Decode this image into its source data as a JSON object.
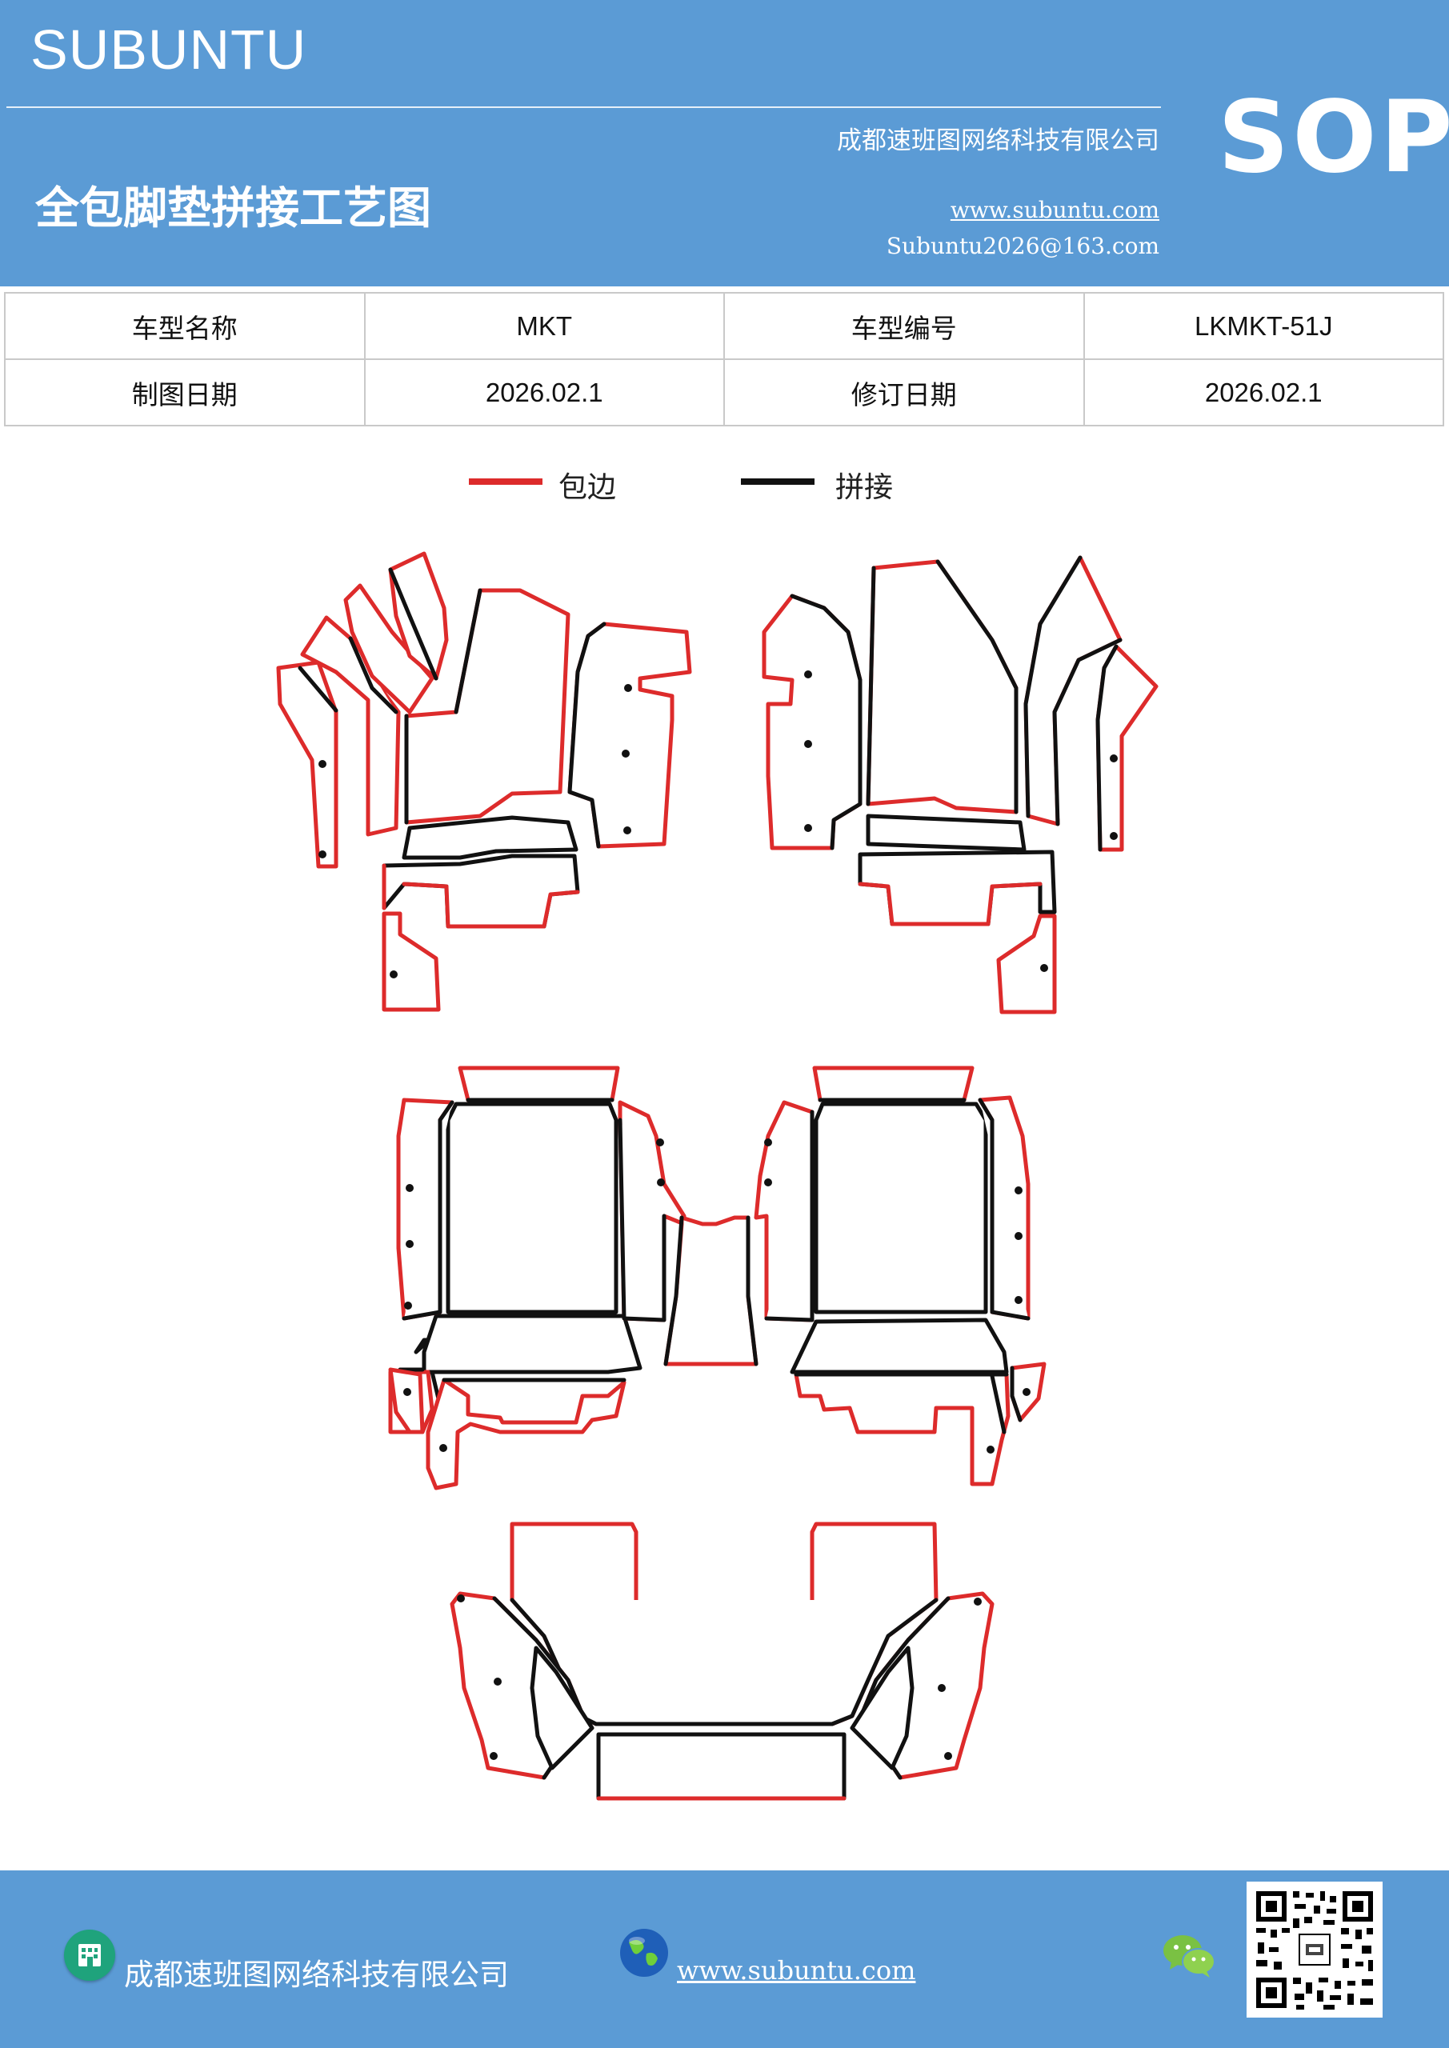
{
  "header": {
    "brand": "SUBUNTU",
    "code": "SOP",
    "company": "成都速班图网络科技有限公司",
    "title": "全包脚垫拼接工艺图",
    "website": "www.subuntu.com",
    "email": "Subuntu2026@163.com"
  },
  "info_table": {
    "rows": [
      {
        "label1": "车型名称",
        "value1": "MKT",
        "label2": "车型编号",
        "value2": "LKMKT-51J"
      },
      {
        "label1": "制图日期",
        "value1": "2026.02.1",
        "label2": "修订日期",
        "value2": "2026.02.1"
      }
    ]
  },
  "legend": {
    "items": [
      {
        "label": "包边",
        "color": "#dd2b2b"
      },
      {
        "label": "拼接",
        "color": "#111111"
      }
    ]
  },
  "footer": {
    "company": "成都速班图网络科技有限公司",
    "website": "www.subuntu.com",
    "icons": [
      "building-icon",
      "globe-icon",
      "wechat-icon",
      "qr-code"
    ]
  }
}
